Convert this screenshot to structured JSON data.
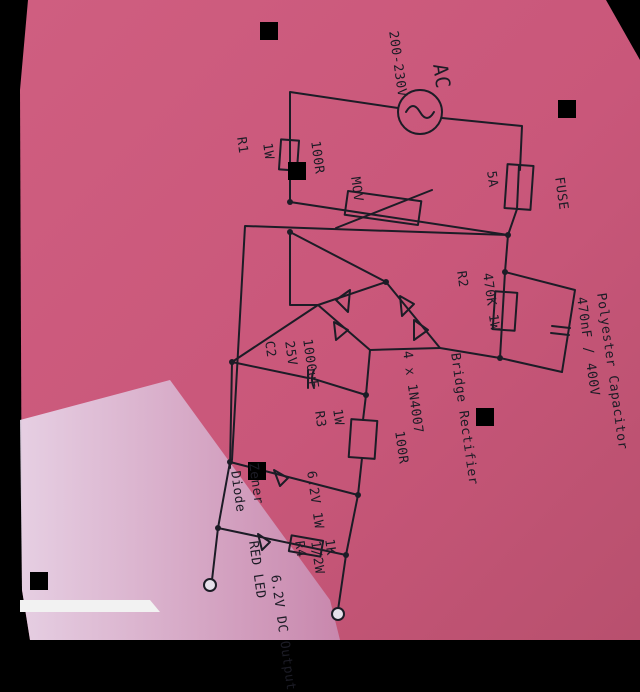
{
  "labels": {
    "ac": "AC",
    "ac_voltage": "200-230V",
    "r1_value": "1W",
    "r1_name": "R1",
    "r1_ohms": "100R",
    "fuse_rating": "5A",
    "fuse": "FUSE",
    "mov": "MOV",
    "r2_value": "470K 1W",
    "r2_name": "R2",
    "poly_cap": "Polyester Capacitor",
    "poly_cap_value": "470nF / 400V",
    "bridge_rect": "Bridge Rectifier",
    "diodes": "4 x 1N4007",
    "c2_value": "1000uF",
    "c2_voltage": "25V",
    "c2_name": "C2",
    "r3_value": "1W",
    "r3_name": "R3",
    "r3_ohms": "100R",
    "zener": "Zener",
    "zener_label": "Diode",
    "zener_value": "6.2V 1W",
    "r4_value": "1K",
    "r4_power": "1/2W",
    "r4_name": "R4",
    "led": "RED LED",
    "output": "6.2V DC Output"
  },
  "colors": {
    "paper": "#c9577a",
    "paper_light": "#d9a8c4",
    "ink": "#1c1c26"
  }
}
